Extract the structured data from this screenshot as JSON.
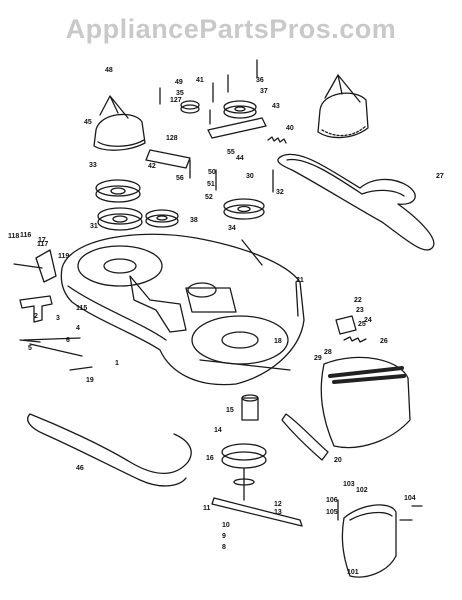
{
  "watermark": "AppliancePartsPros.com",
  "callouts": [
    "1",
    "2",
    "3",
    "4",
    "5",
    "6",
    "8",
    "9",
    "10",
    "11",
    "12",
    "13",
    "14",
    "15",
    "16",
    "17",
    "18",
    "19",
    "20",
    "21",
    "22",
    "23",
    "24",
    "25",
    "26",
    "27",
    "28",
    "29",
    "30",
    "31",
    "32",
    "33",
    "34",
    "35",
    "36",
    "37",
    "38",
    "40",
    "41",
    "42",
    "43",
    "44",
    "45",
    "46",
    "48",
    "49",
    "50",
    "51",
    "52",
    "55",
    "56",
    "101",
    "102",
    "103",
    "104",
    "105",
    "106",
    "115",
    "116",
    "117",
    "118",
    "119",
    "127",
    "128"
  ]
}
